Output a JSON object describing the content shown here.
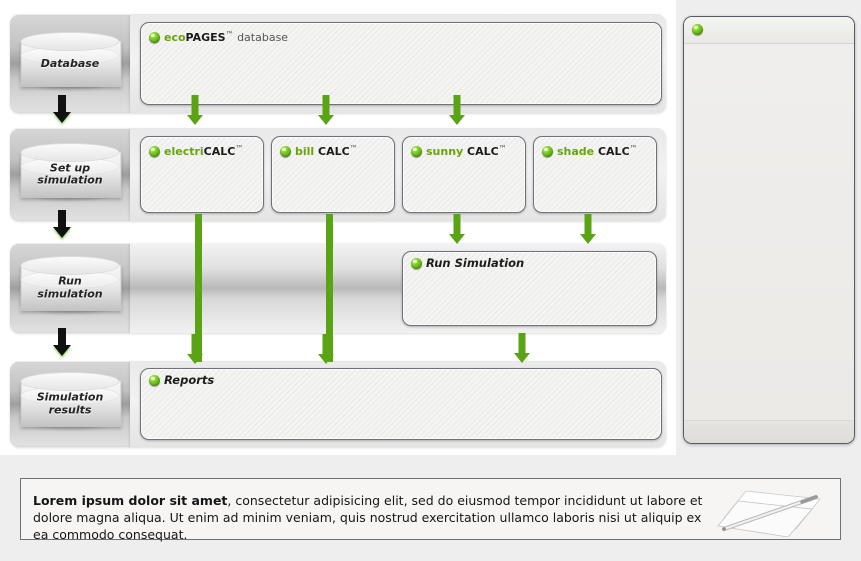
{
  "diagram": {
    "stages": [
      {
        "name": "stage-database",
        "label": "Database"
      },
      {
        "name": "stage-setup-simulation",
        "label": "Set up\nsimulation"
      },
      {
        "name": "stage-run-simulation",
        "label": "Run\nsimulation"
      },
      {
        "name": "stage-simulation-results",
        "label": "Simulation\nresults"
      }
    ],
    "panels": {
      "ecopages": {
        "part1": "eco",
        "part2": "PAGES",
        "tm": "™",
        "suffix": " database"
      },
      "electricalc": {
        "part1": "electri",
        "part2": "CALC",
        "tm": "™",
        "suffix": ""
      },
      "billcalc": {
        "part1": "bill ",
        "part2": "CALC",
        "tm": "™",
        "suffix": ""
      },
      "sunnycalc": {
        "part1": "sunny ",
        "part2": "CALC",
        "tm": "™",
        "suffix": ""
      },
      "shadecalc": {
        "part1": "shade ",
        "part2": "CALC",
        "tm": "™",
        "suffix": ""
      },
      "runsim": {
        "label": "Run Simulation"
      },
      "reports": {
        "label": "Reports"
      }
    }
  },
  "note": {
    "bold": "Lorem ipsum dolor sit amet",
    "rest": ", consectetur adipisicing elit, sed do eiusmod tempor incididunt ut labore et dolore magna aliqua. Ut enim ad minim veniam, quis nostrud exercitation ullamco laboris nisi ut aliquip ex ea commodo consequat."
  },
  "colors": {
    "accent_green": "#67a50a",
    "arrow_green": "#5aa413",
    "arrow_black": "#111111",
    "panel_border": "#6d7278",
    "page_background": "#eeeeee"
  }
}
